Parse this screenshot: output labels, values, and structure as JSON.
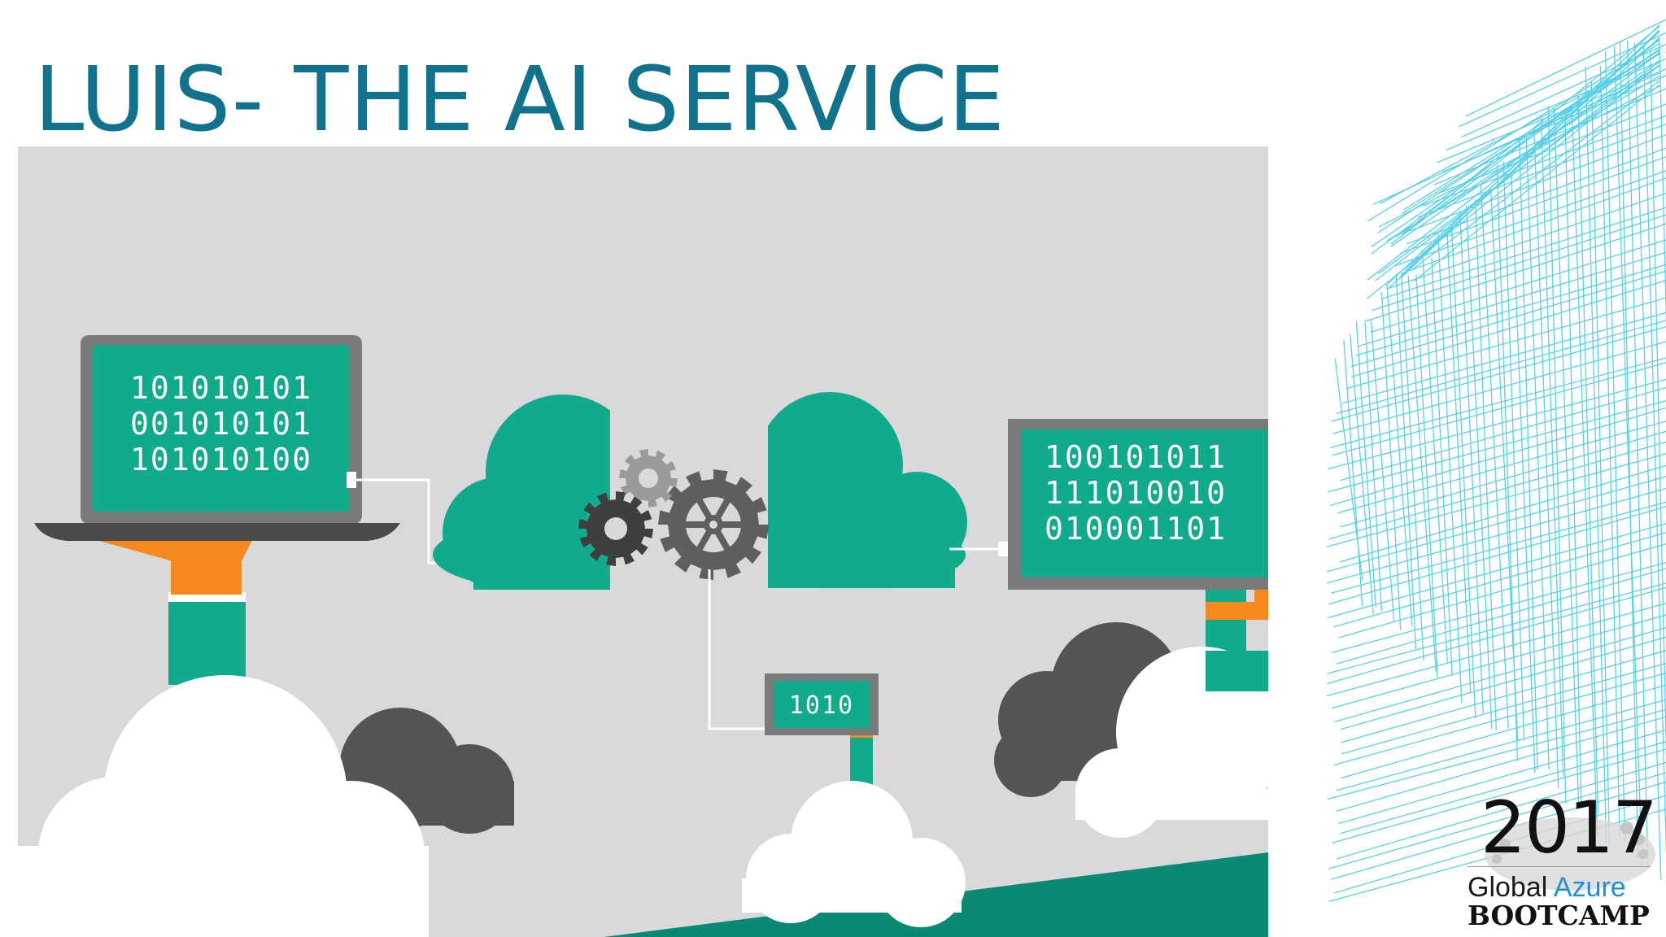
{
  "slide": {
    "title": "LUIS- THE AI SERVICE"
  },
  "illustration": {
    "laptop_lines": [
      "101010101",
      "001010101",
      "101010100"
    ],
    "monitor_lines": [
      "100101011",
      "111010010",
      "010001101"
    ],
    "small_screen_text": "1010"
  },
  "badge": {
    "year": "2017",
    "global": "Global",
    "azure": "Azure",
    "bootcamp": "BOOTCAMP"
  },
  "colors": {
    "title": "#10728b",
    "teal": "#0fab8a",
    "orange": "#f68a1f",
    "gray_bg": "#d9d9db",
    "dark_gray": "#545454",
    "wireframe": "#3cc8e6",
    "azure_blue": "#1e90d8"
  }
}
